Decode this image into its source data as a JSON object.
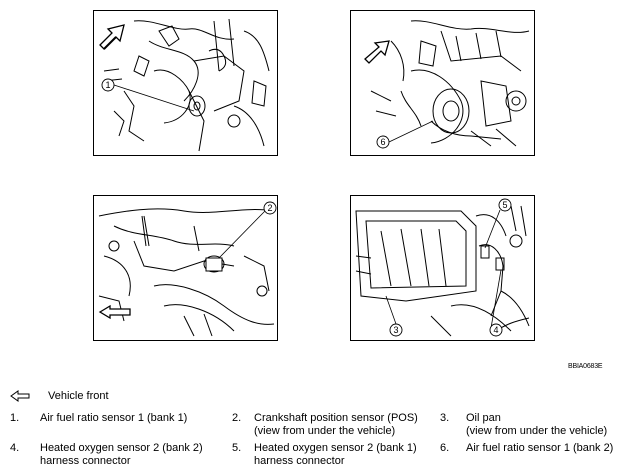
{
  "image_code": "BBIA0683E",
  "vehicle_front_label": "Vehicle front",
  "callouts": {
    "p1": "1",
    "p2": "6",
    "p3": "2",
    "p4a": "5",
    "p4b": "3",
    "p4c": "4"
  },
  "legend": [
    {
      "num": "1.",
      "line1": "Air fuel ratio sensor 1 (bank 1)",
      "line2": ""
    },
    {
      "num": "2.",
      "line1": "Crankshaft position sensor (POS)",
      "line2": "(view from under the vehicle)"
    },
    {
      "num": "3.",
      "line1": "Oil pan",
      "line2": "(view from under the vehicle)"
    },
    {
      "num": "4.",
      "line1": "Heated oxygen sensor 2 (bank 2)",
      "line2": "harness connector"
    },
    {
      "num": "5.",
      "line1": "Heated oxygen sensor 2 (bank 1)",
      "line2": "harness connector"
    },
    {
      "num": "6.",
      "line1": "Air fuel ratio sensor 1 (bank 2)",
      "line2": ""
    }
  ],
  "icons": [
    "front-arrow-icon"
  ]
}
